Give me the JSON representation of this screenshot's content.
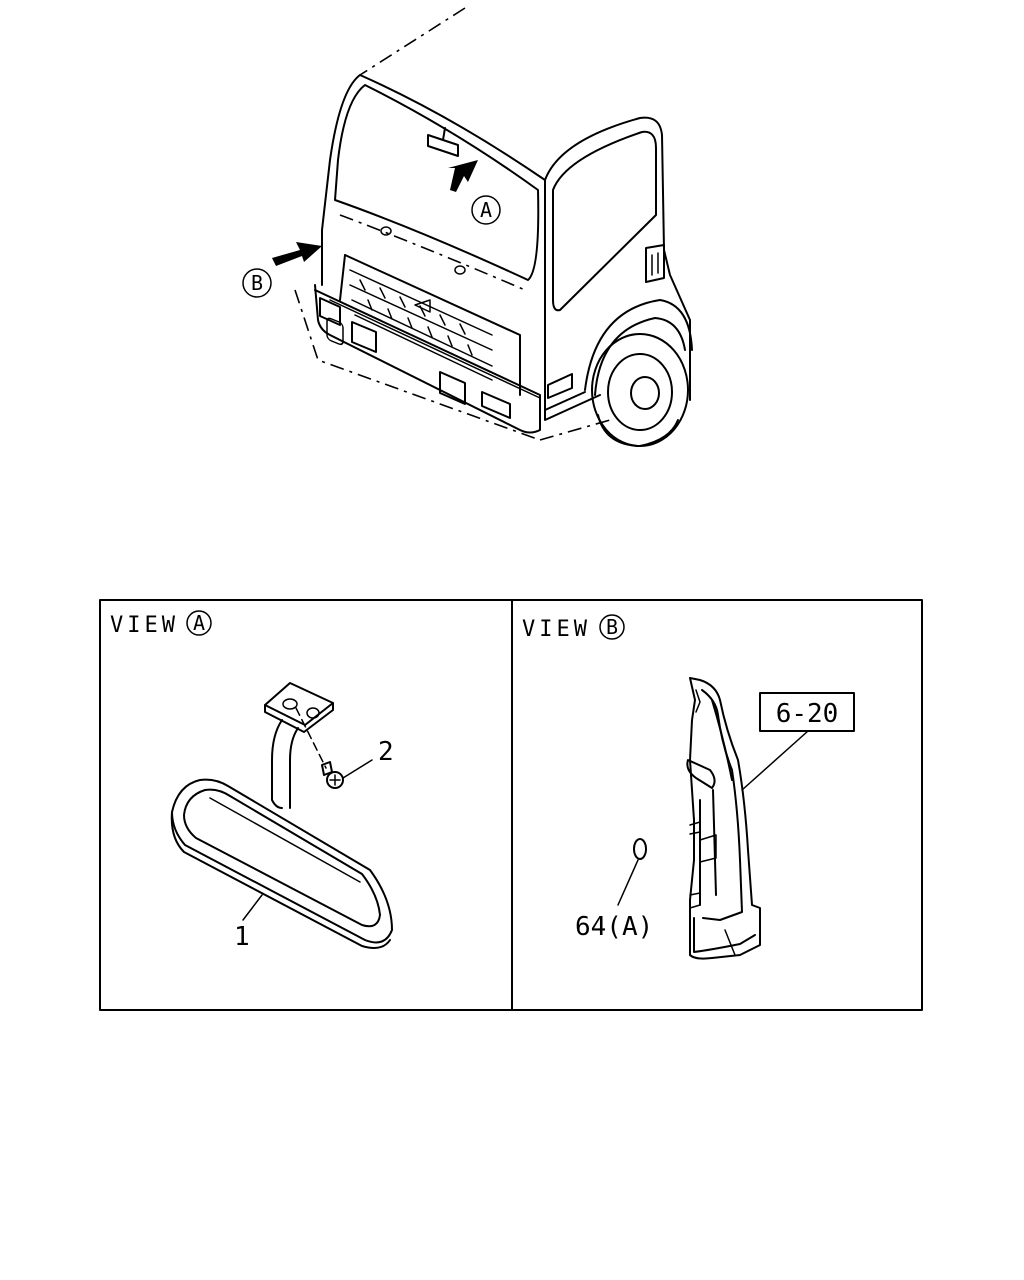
{
  "overview": {
    "callout_a": "A",
    "callout_b": "B"
  },
  "view_a": {
    "title": "VIEW",
    "marker": "A",
    "part_1": "1",
    "part_2": "2"
  },
  "view_b": {
    "title": "VIEW",
    "marker": "B",
    "ref_box": "6-20",
    "part_64": "64(A)"
  }
}
